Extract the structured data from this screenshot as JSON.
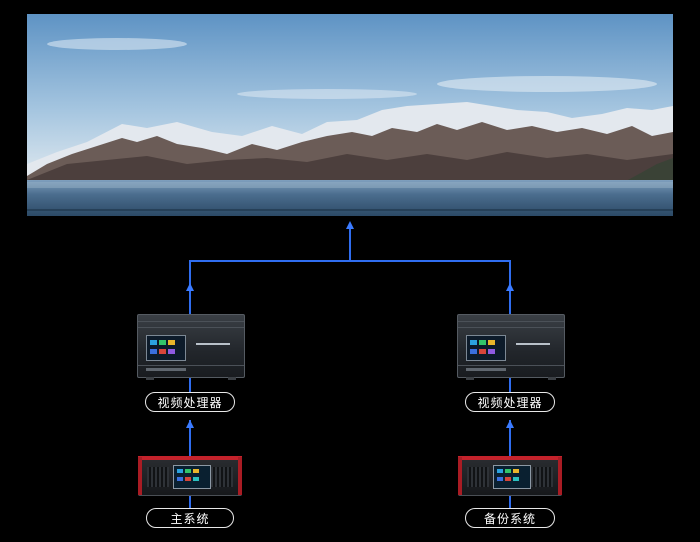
{
  "screen": {
    "content": "mountain-lake-panorama"
  },
  "colors": {
    "wire": "#2f6df0",
    "arrow": "#3b7bff",
    "accent_red": "#c4222b"
  },
  "nodes": {
    "processor_left": {
      "label": "视频处理器"
    },
    "processor_right": {
      "label": "视频处理器"
    },
    "system_main": {
      "label": "主系统"
    },
    "system_backup": {
      "label": "备份系统"
    }
  }
}
